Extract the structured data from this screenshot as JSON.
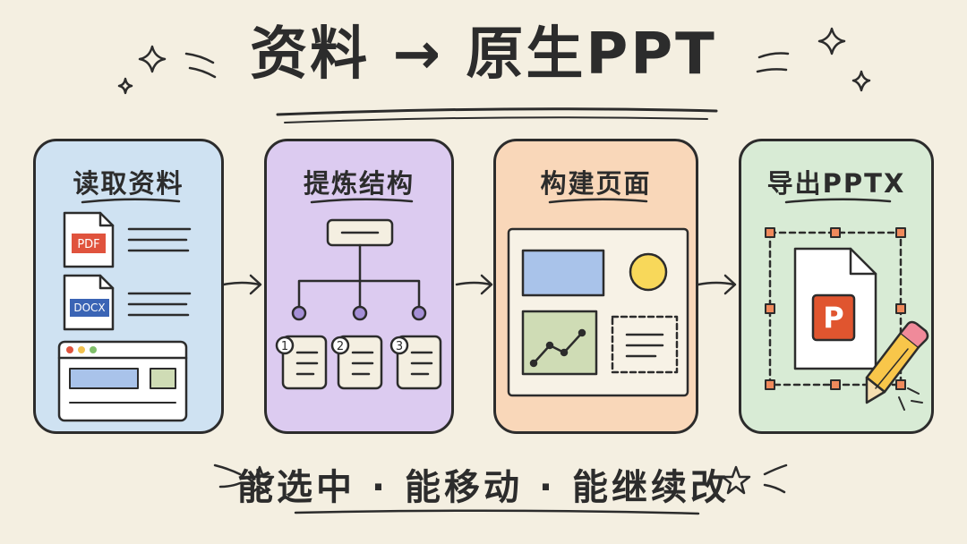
{
  "title": "资料 → 原生PPT",
  "steps": [
    {
      "label": "读取资料",
      "bg": "#cfe2f2"
    },
    {
      "label": "提炼结构",
      "bg": "#dccbf0"
    },
    {
      "label": "构建页面",
      "bg": "#f9d7b9"
    },
    {
      "label": "导出PPTX",
      "bg": "#d8ebd5"
    }
  ],
  "files": {
    "pdf": "PDF",
    "docx": "DOCX"
  },
  "structure_numbers": [
    "1",
    "2",
    "3"
  ],
  "ppt_icon_letter": "P",
  "footer": "能选中 · 能移动 · 能继续改",
  "colors": {
    "ink": "#2c2c2c",
    "paper": "#f4efe1",
    "pdf_red": "#e0533d",
    "docx_blue": "#3a64b5",
    "ppt_orange": "#e0552f",
    "node_purple": "#a58fd6",
    "sun_yellow": "#f8d85a",
    "chart_green": "#cfdcb5",
    "box_blue": "#a9c3ea",
    "handle_orange": "#f08a5c"
  }
}
